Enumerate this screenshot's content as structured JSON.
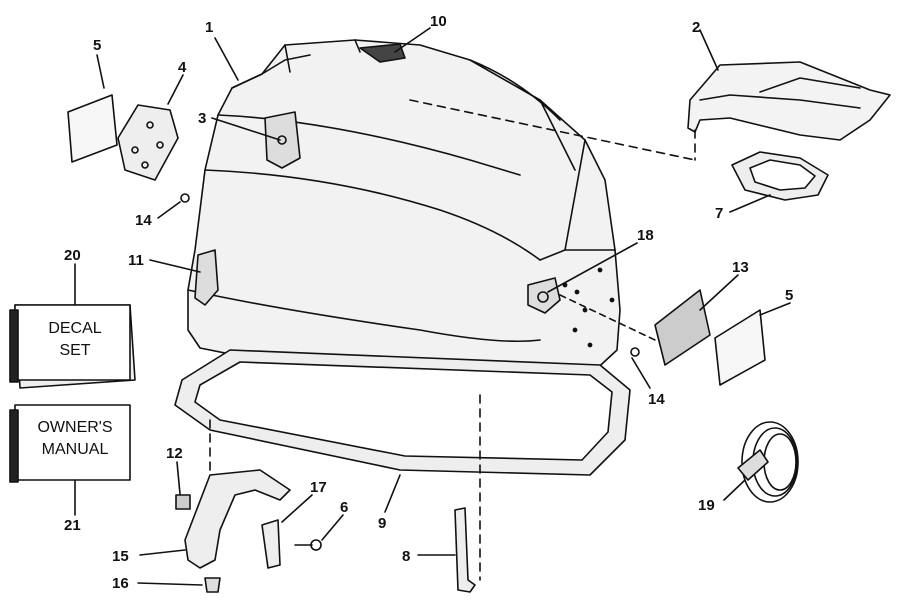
{
  "callouts": {
    "c1": "1",
    "c2": "2",
    "c3": "3",
    "c4": "4",
    "c5a": "5",
    "c5b": "5",
    "c6": "6",
    "c7": "7",
    "c8": "8",
    "c9": "9",
    "c10": "10",
    "c11": "11",
    "c12": "12",
    "c13": "13",
    "c14a": "14",
    "c14b": "14",
    "c15": "15",
    "c16": "16",
    "c17": "17",
    "c18": "18",
    "c19": "19",
    "c20": "20",
    "c21": "21"
  },
  "boxes": {
    "decal_line1": "DECAL",
    "decal_line2": "SET",
    "manual_line1": "OWNER'S",
    "manual_line2": "MANUAL"
  }
}
